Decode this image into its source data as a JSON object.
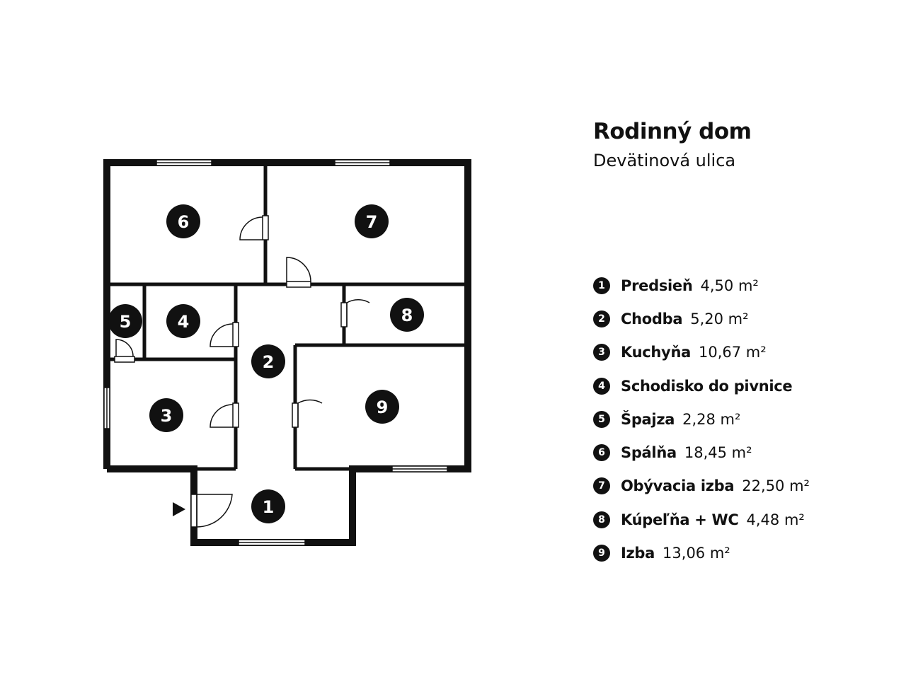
{
  "title": "Rodinný dom",
  "subtitle": "Devätinová ulica",
  "colors": {
    "wall": "#111111",
    "badge": "#111111",
    "badge_text": "#ffffff",
    "background": "#ffffff"
  },
  "rooms": [
    {
      "number": "1",
      "name": "Predsieň",
      "area": "4,50 m²"
    },
    {
      "number": "2",
      "name": "Chodba",
      "area": "5,20 m²"
    },
    {
      "number": "3",
      "name": "Kuchyňa",
      "area": "10,67 m²"
    },
    {
      "number": "4",
      "name": "Schodisko do pivnice",
      "area": ""
    },
    {
      "number": "5",
      "name": "Špajza",
      "area": "2,28 m²"
    },
    {
      "number": "6",
      "name": "Spálňa",
      "area": "18,45 m²"
    },
    {
      "number": "7",
      "name": "Obývacia izba",
      "area": "22,50 m²"
    },
    {
      "number": "8",
      "name": "Kúpeľňa + WC",
      "area": "4,48 m²"
    },
    {
      "number": "9",
      "name": "Izba",
      "area": "13,06 m²"
    }
  ],
  "entrance_icon": "entrance-arrow-icon"
}
